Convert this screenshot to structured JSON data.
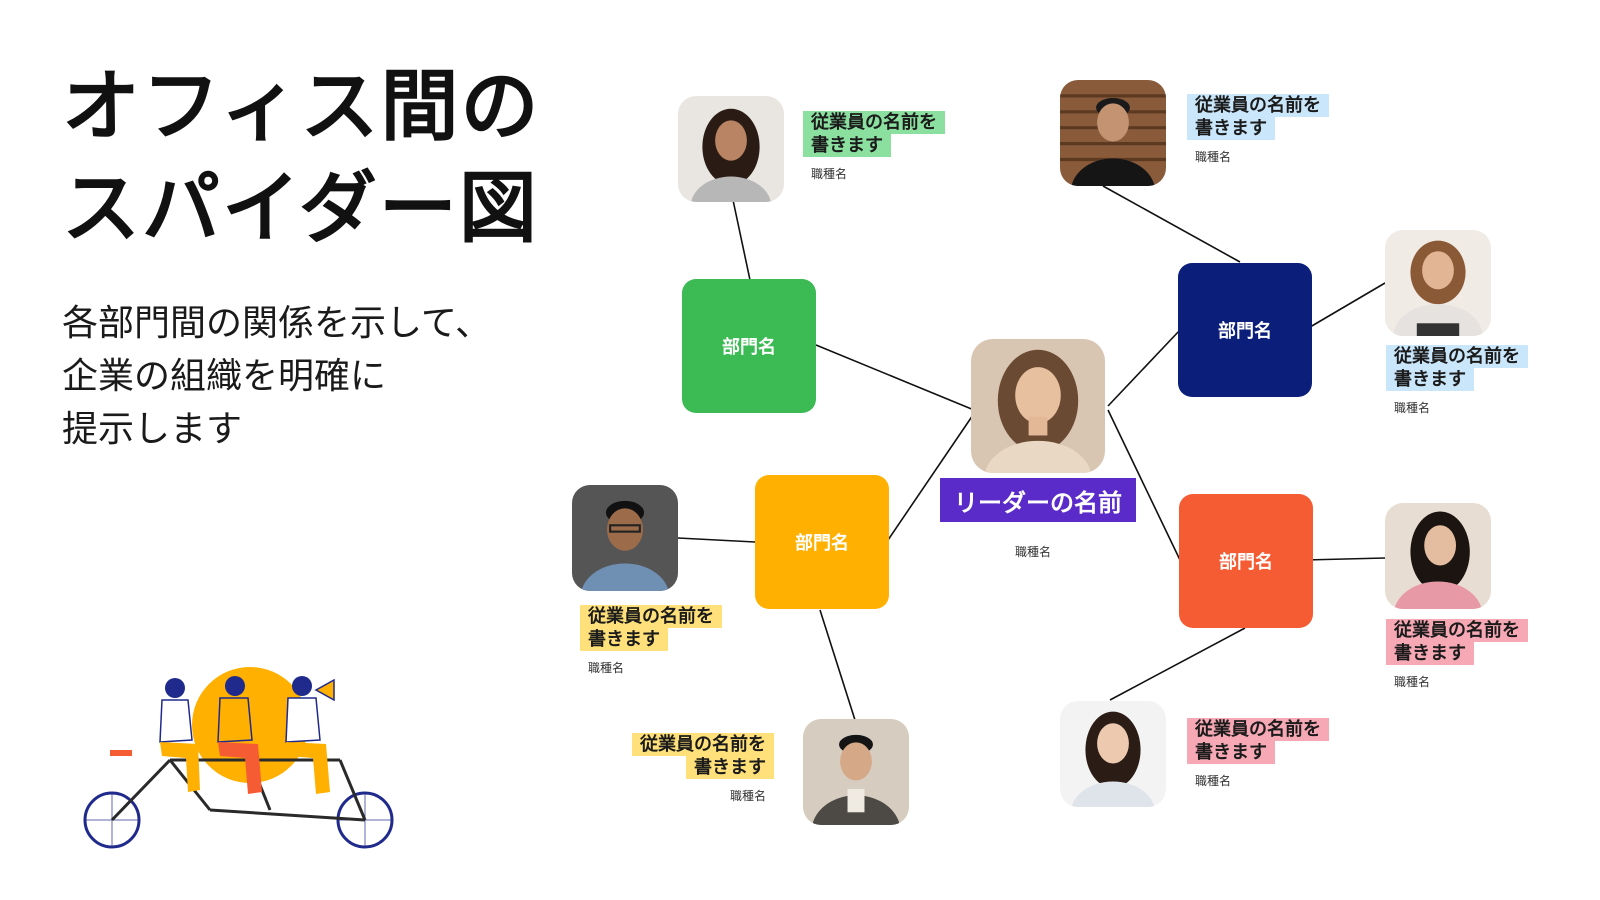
{
  "title": {
    "line1": "オフィス間の",
    "line2": "スパイダー図"
  },
  "description": [
    "各部門間の関係を示して、",
    "企業の組織を明確に",
    "提示します"
  ],
  "leader": {
    "name": "リーダーの名前",
    "role": "職種名"
  },
  "departments": [
    {
      "label": "部門名",
      "color": "#3cba54"
    },
    {
      "label": "部門名",
      "color": "#0b1f7a"
    },
    {
      "label": "部門名",
      "color": "#ffb000"
    },
    {
      "label": "部門名",
      "color": "#f65c33"
    }
  ],
  "employees": [
    {
      "name_line1": "従業員の名前を",
      "name_line2": "書きます",
      "role": "職種名",
      "highlight": "green"
    },
    {
      "name_line1": "従業員の名前を",
      "name_line2": "書きます",
      "role": "職種名",
      "highlight": "blue"
    },
    {
      "name_line1": "従業員の名前を",
      "name_line2": "書きます",
      "role": "職種名",
      "highlight": "blue"
    },
    {
      "name_line1": "従業員の名前を",
      "name_line2": "書きます",
      "role": "職種名",
      "highlight": "yellow"
    },
    {
      "name_line1": "従業員の名前を",
      "name_line2": "書きます",
      "role": "職種名",
      "highlight": "yellow"
    },
    {
      "name_line1": "従業員の名前を",
      "name_line2": "書きます",
      "role": "職種名",
      "highlight": "pink"
    },
    {
      "name_line1": "従業員の名前を",
      "name_line2": "書きます",
      "role": "職種名",
      "highlight": "pink"
    }
  ]
}
